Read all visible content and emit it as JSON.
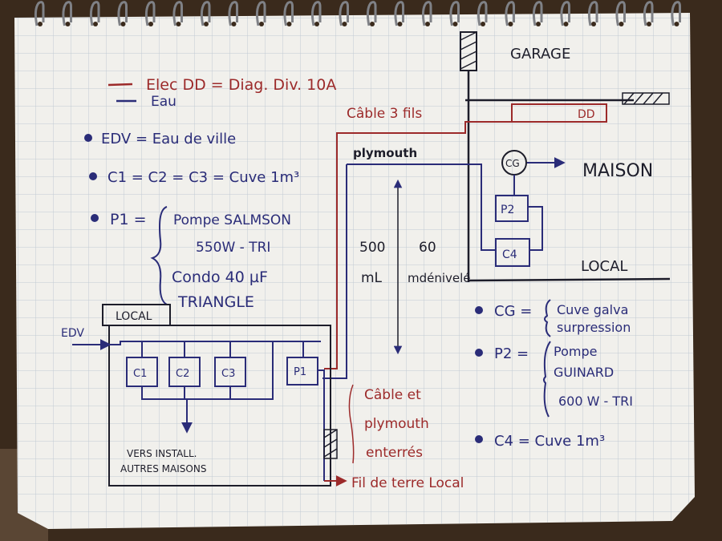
{
  "legend": {
    "elec": "Elec DD = Diag. Div. 10A",
    "eau": "Eau"
  },
  "notes_left": {
    "edv": "EDV = Eau de ville",
    "c_tanks": "C1 = C2 = C3 = Cuve 1m³",
    "p1_label": "P1 =",
    "p1_lines": [
      "Pompe SALMSON",
      "550W - TRI",
      "Condo 40 µF",
      "TRIANGLE"
    ]
  },
  "places": {
    "garage": "GARAGE",
    "maison": "MAISON",
    "local_right": "LOCAL",
    "local_left": "LOCAL"
  },
  "cable": {
    "three_wire": "Câble 3 fils",
    "plymouth": "plymouth",
    "distance_left": [
      "500",
      "mL"
    ],
    "distance_right": [
      "60",
      "mdénivelé"
    ],
    "buried": [
      "Câble et",
      "plymouth",
      "enterrés"
    ],
    "earth": "Fil de terre Local"
  },
  "components": {
    "dd": "DD",
    "cg": "CG",
    "p2": "P2",
    "c4": "C4",
    "c1": "C1",
    "c2": "C2",
    "c3": "C3",
    "p1": "P1",
    "edv_in": "EDV"
  },
  "local_box": {
    "line1": "VERS INSTALL.",
    "line2": "AUTRES MAISONS"
  },
  "notes_right": {
    "cg_label": "CG =",
    "cg_lines": [
      "Cuve galva",
      "surpression"
    ],
    "p2_label": "P2 =",
    "p2_lines": [
      "Pompe",
      "GUINARD",
      "600 W - TRI"
    ],
    "c4_note": "C4 = Cuve 1m³"
  },
  "colors": {
    "paper": "#f1f0ec",
    "grid": "#b9c3cf",
    "blue_ink": "#2a2c78",
    "red_ink": "#9c2a2a",
    "table": "#3a2a1c"
  },
  "icons": [
    "spiral-binding-icon",
    "arrow-icon",
    "bullet-dot-icon"
  ]
}
